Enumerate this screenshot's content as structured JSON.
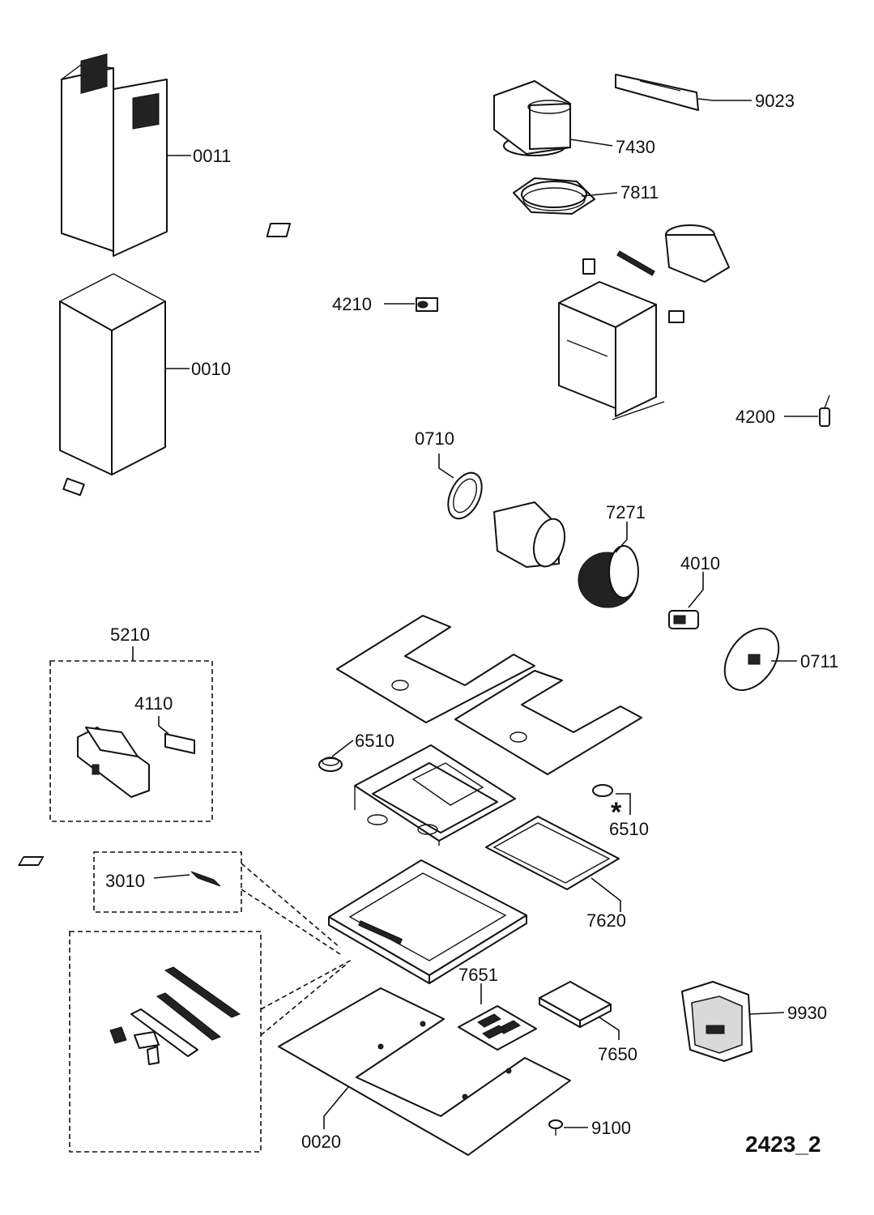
{
  "diagram_code": "2423_2",
  "parts": {
    "p0011": "0011",
    "p0010": "0010",
    "p9023": "9023",
    "p7430": "7430",
    "p7811": "7811",
    "p4210": "4210",
    "p4200": "4200",
    "p0710": "0710",
    "p7271": "7271",
    "p4010": "4010",
    "p0711": "0711",
    "p5210": "5210",
    "p4110": "4110",
    "p6510a": "6510",
    "p6510b": "6510",
    "p6510_marker": "*",
    "p3010": "3010",
    "p7620": "7620",
    "p7651": "7651",
    "p7650": "7650",
    "p9930": "9930",
    "p9100": "9100",
    "p0020": "0020"
  }
}
